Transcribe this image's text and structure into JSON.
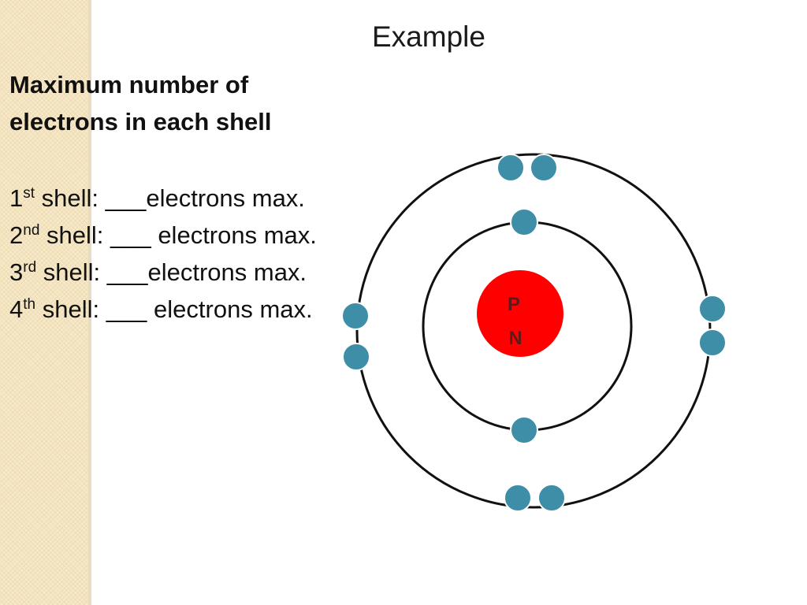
{
  "slide": {
    "title": "Example",
    "heading_line1": "Maximum number of",
    "heading_line2": "electrons in each shell",
    "shells": [
      {
        "num": "1",
        "suffix": "st",
        "text": " shell: ___electrons max."
      },
      {
        "num": "2",
        "suffix": "nd",
        "text": " shell: ___ electrons max."
      },
      {
        "num": "3",
        "suffix": "rd",
        "text": " shell: ___electrons max."
      },
      {
        "num": "4",
        "suffix": "th",
        "text": " shell: ___ electrons max."
      }
    ]
  },
  "atom": {
    "nucleus_line1": "P",
    "nucleus_line2": "N",
    "inner_shell_electrons": 2,
    "outer_shell_electrons": 8,
    "colors": {
      "nucleus": "#ff0000",
      "nucleus_text": "#5c1a1a",
      "electron": "#3e8ea7",
      "electron_stroke": "#ffffff",
      "shell": "#111111"
    }
  }
}
